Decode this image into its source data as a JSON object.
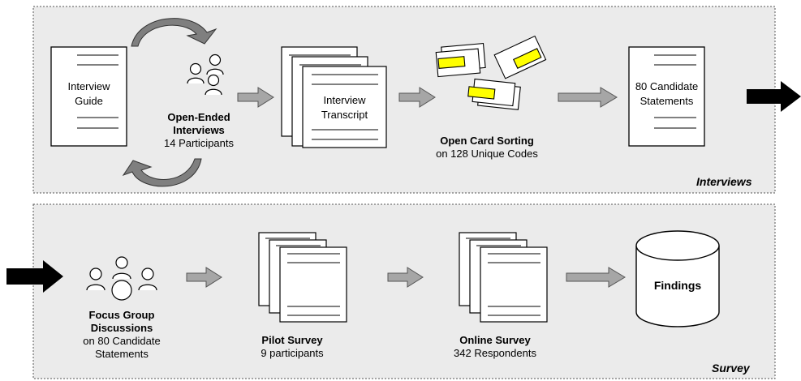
{
  "interviews_section": {
    "title": "Interviews",
    "interview_guide": [
      "Interview",
      "Guide"
    ],
    "open_ended_interviews": {
      "title_lines": [
        "Open-Ended",
        "Interviews"
      ],
      "detail": "14 Participants"
    },
    "interview_transcript": [
      "Interview",
      "Transcript"
    ],
    "open_card_sorting": {
      "title": "Open Card Sorting",
      "detail": "on 128 Unique Codes"
    },
    "candidate_statements": [
      "80 Candidate",
      "Statements"
    ]
  },
  "survey_section": {
    "title": "Survey",
    "focus_group": {
      "title_lines": [
        "Focus Group",
        "Discussions"
      ],
      "detail_lines": [
        "on 80 Candidate",
        "Statements"
      ]
    },
    "pilot_survey": {
      "title": "Pilot Survey",
      "detail": "9 participants"
    },
    "online_survey": {
      "title": "Online Survey",
      "detail": "342 Respondents"
    },
    "findings": "Findings"
  },
  "colors": {
    "panel": "#ebebeb",
    "arrow_gray": "#a6a6a6",
    "card_yellow": "#ffff00",
    "connector": "#000000"
  }
}
